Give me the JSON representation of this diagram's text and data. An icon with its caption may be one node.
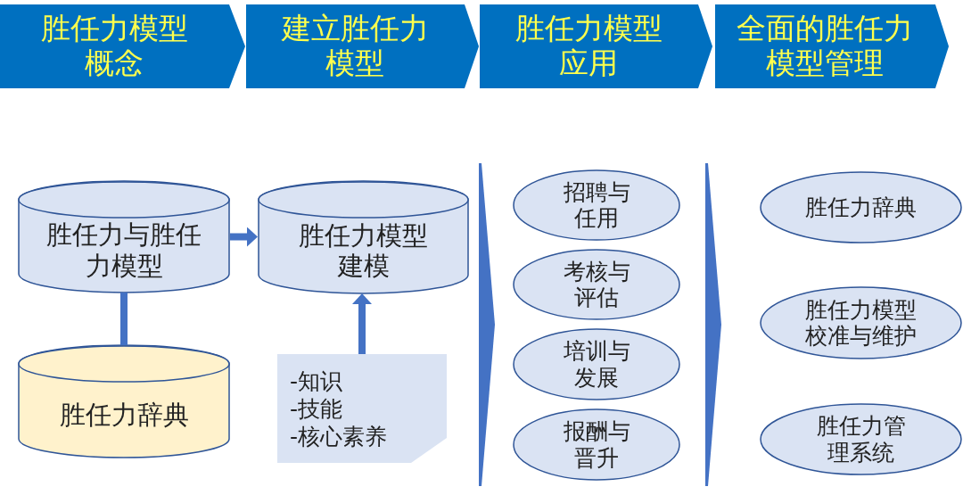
{
  "diagram": {
    "nodes": [
      {
        "text": [
          "胜任力模型概念"
        ]
      },
      {
        "text": [
          "建立胜任力模型"
        ]
      },
      {
        "text": [
          "胜任力模型应用"
        ]
      },
      {
        "text": [
          "全面的胜任力模型管理"
        ]
      },
      {
        "text": [
          "胜任力与胜任力模型"
        ]
      },
      {
        "text": [
          "胜任力模型建模"
        ]
      },
      {
        "text": [
          "胜任力辞典"
        ]
      },
      {
        "text": [
          "-知识",
          "-技能",
          "-核心素养"
        ]
      },
      {
        "text": [],
        "shape": "chevron"
      },
      {
        "text": [
          "招聘与任用"
        ]
      },
      {
        "text": [
          "考核与评估"
        ]
      },
      {
        "text": [
          "培训与发展"
        ]
      },
      {
        "text": [
          "报酬与晋升"
        ]
      },
      {
        "text": [],
        "shape": "chevron"
      },
      {
        "text": [
          "胜任力辞典"
        ]
      },
      {
        "text": [
          "胜任力模型校准与维护"
        ]
      },
      {
        "text": [
          "胜任力管理系统"
        ]
      }
    ],
    "edges": [
      {
        "from": 4,
        "to": 5,
        "arrow": "to"
      },
      {
        "from": 4,
        "to": 6,
        "arrow": "none"
      },
      {
        "from": 7,
        "to": 5,
        "arrow": "to"
      }
    ]
  }
}
